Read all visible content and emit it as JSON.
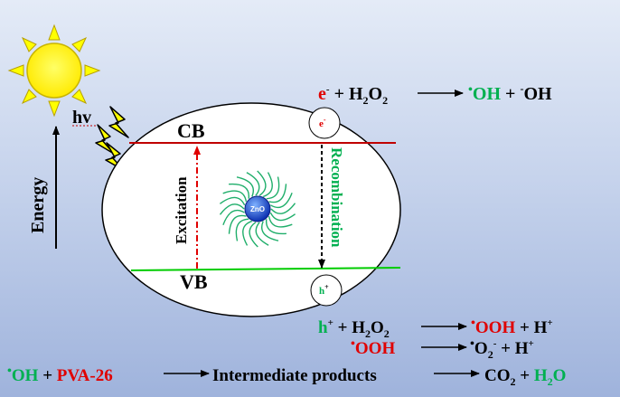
{
  "labels": {
    "hv": "hv",
    "energy": "Energy",
    "cb": "CB",
    "vb": "VB",
    "excitation": "Excitation",
    "recombination": "Recombination",
    "zno": "ZnO",
    "electron_circle": "e",
    "hole_circle": "h"
  },
  "reactions": {
    "r1": {
      "e": "e",
      "h2o2": "H",
      "oh_radical": "OH",
      "oh_anion": "OH"
    },
    "r2": {
      "h": "h",
      "h2o2": "H",
      "product": "OOH",
      "h_plus": "H"
    },
    "r3": {
      "reactant": "OOH",
      "o2": "O",
      "h_plus": "H"
    },
    "r4": {
      "oh": "OH",
      "pva": "PVA-26",
      "intermediate": "Intermediate products",
      "co2": "CO",
      "h2o": "H"
    }
  },
  "colors": {
    "red": "#e00000",
    "green": "#00b050",
    "sun": "#ffff00",
    "energy_text": "#ffff00",
    "cb_line": "#c00000",
    "vb_line": "#00cc00",
    "zno_core": "#1f4fd6",
    "zno_tendrils": "#1fae6a"
  }
}
